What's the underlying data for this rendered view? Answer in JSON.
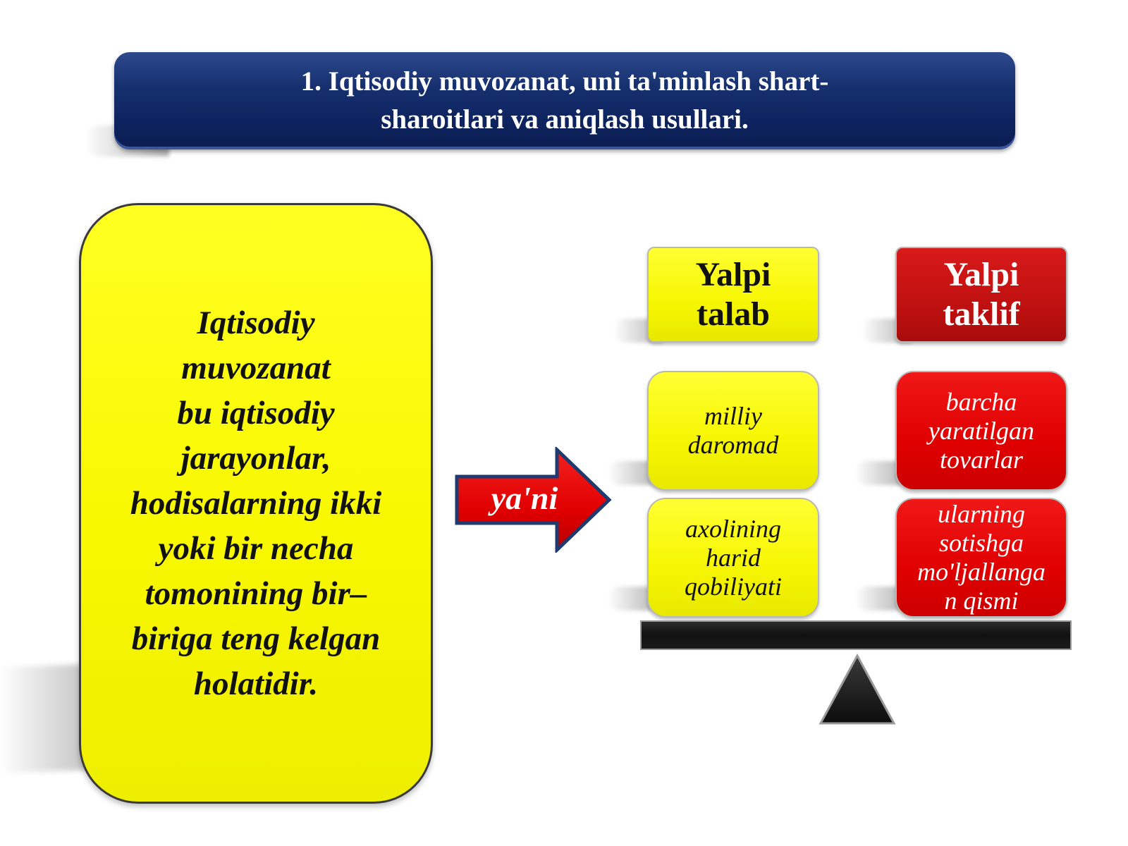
{
  "title": {
    "line1": "1. Iqtisodiy muvozanat, uni ta'minlash shart-",
    "line2": "sharoitlari va aniqlash usullari."
  },
  "definition": {
    "lines": [
      "Iqtisodiy",
      "muvozanat",
      "bu iqtisodiy",
      "jarayonlar,",
      "hodisalarning ikki",
      "yoki bir necha",
      "tomonining bir–",
      "biriga teng kelgan",
      "holatidir."
    ]
  },
  "arrow": {
    "label": "ya'ni"
  },
  "demand": {
    "header": [
      "Yalpi",
      "talab"
    ],
    "items": [
      [
        "milliy",
        "daromad"
      ],
      [
        "axolining",
        "harid",
        "qobiliyati"
      ]
    ]
  },
  "supply": {
    "header": [
      "Yalpi",
      "taklif"
    ],
    "items": [
      [
        "barcha",
        "yaratilgan",
        "tovarlar"
      ],
      [
        "ularning",
        "sotishga",
        "mo'ljallanga",
        "n qismi"
      ]
    ]
  },
  "colors": {
    "title_banner": "#0e2460",
    "yellow": "#f6f600",
    "red": "#e00000",
    "dark_red": "#c01010",
    "beam": "#111111"
  }
}
